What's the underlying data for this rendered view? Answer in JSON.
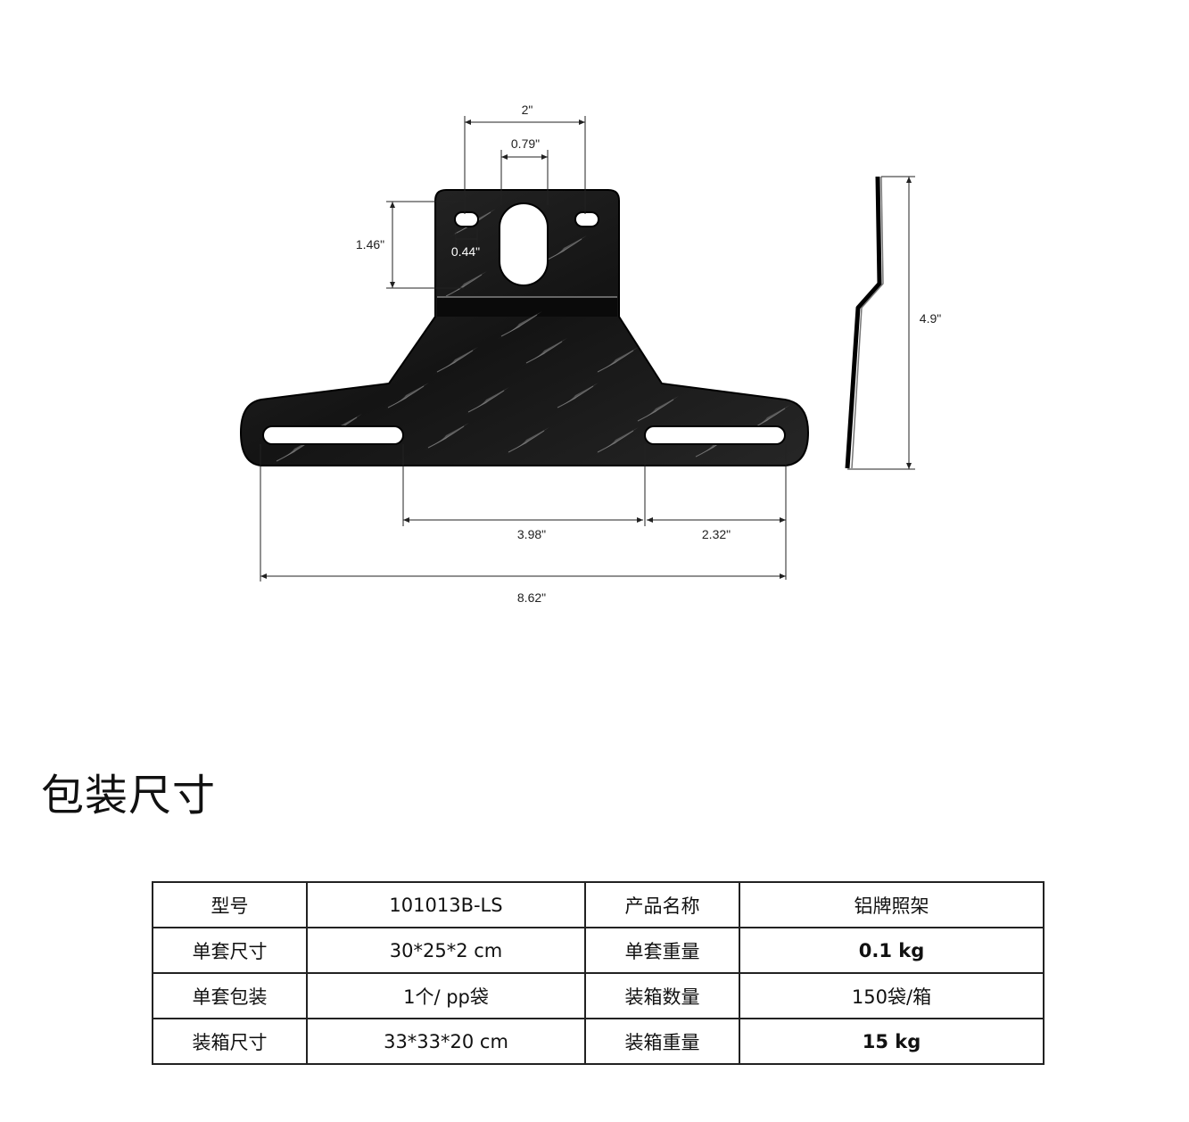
{
  "drawing": {
    "dimensions": {
      "top_width": "2\"",
      "slot_width": "0.79\"",
      "top_height": "1.46\"",
      "hole_width": "0.44\"",
      "center_span": "3.98\"",
      "side_span": "2.32\"",
      "overall_width": "8.62\"",
      "overall_height": "4.9\""
    }
  },
  "section": {
    "title": "包装尺寸"
  },
  "spec_table": {
    "rows": [
      {
        "label1": "型号",
        "value1": "101013B-LS",
        "label2": "产品名称",
        "value2": "铝牌照架"
      },
      {
        "label1": "单套尺寸",
        "value1": "30*25*2 cm",
        "label2": "单套重量",
        "value2": "0.1 kg"
      },
      {
        "label1": "单套包装",
        "value1": "1个/ pp袋",
        "label2": "装箱数量",
        "value2": "150袋/箱"
      },
      {
        "label1": "装箱尺寸",
        "value1": "33*33*20 cm",
        "label2": "装箱重量",
        "value2": "15 kg"
      }
    ]
  }
}
